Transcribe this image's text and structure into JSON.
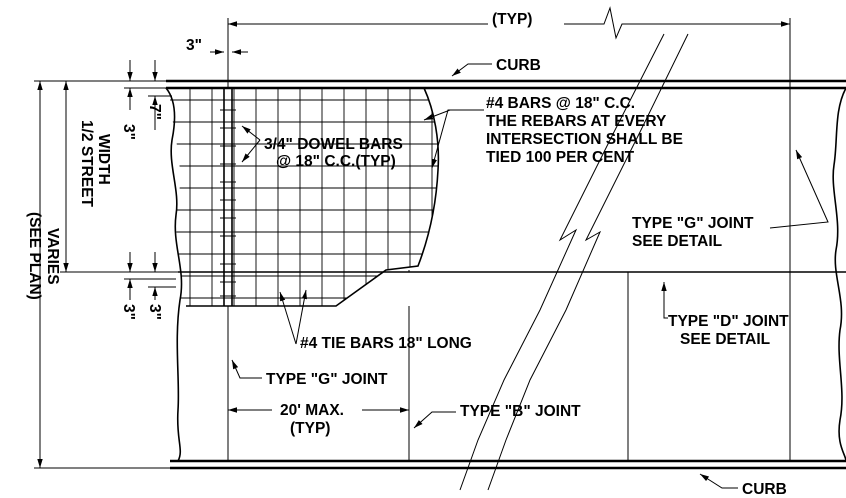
{
  "labels": {
    "typ_top": "(TYP)",
    "dim_3_top": "3\"",
    "curb_top": "CURB",
    "bars_1": "#4 BARS @ 18\" C.C.",
    "bars_2": "THE REBARS AT EVERY",
    "bars_3": "INTERSECTION SHALL BE",
    "bars_4": "TIED 100 PER CENT",
    "dowel_1": "3/4\" DOWEL BARS",
    "dowel_2": "@ 18\" C.C.(TYP)",
    "dim_3_left_top": "3\"",
    "dim_7": "7\"",
    "half_street_1": "1/2 STREET",
    "half_street_2": "WIDTH",
    "varies_1": "VARIES",
    "varies_2": "(SEE PLAN)",
    "dim_3_left_bot1": "3\"",
    "dim_3_left_bot2": "3\"",
    "joint_g_right_1": "TYPE \"G\" JOINT",
    "joint_g_right_2": "SEE DETAIL",
    "joint_d_1": "TYPE \"D\" JOINT",
    "joint_d_2": "SEE DETAIL",
    "tie_bars": "#4 TIE BARS 18\" LONG",
    "joint_g_left": "TYPE \"G\" JOINT",
    "max_1": "20' MAX.",
    "max_2": "(TYP)",
    "joint_b": "TYPE \"B\" JOINT",
    "curb_bottom": "CURB"
  }
}
